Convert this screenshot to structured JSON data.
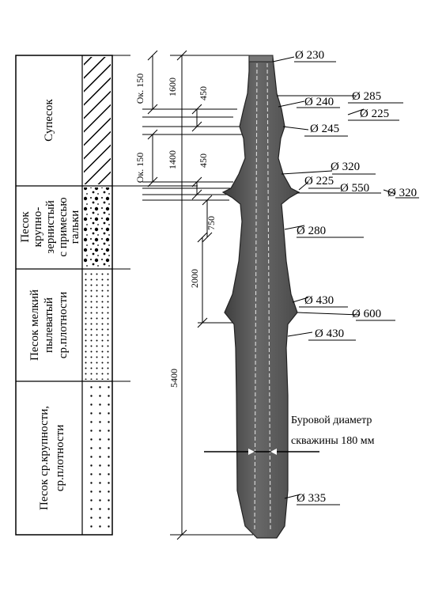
{
  "soil_layers": [
    {
      "name": "Супесок"
    },
    {
      "name": "Песок крупно-зернистый с примесью гальки"
    },
    {
      "name": "Песок мелкий пылеватый ср.плотности"
    },
    {
      "name": "Песок ср.крупности, ср.плотности"
    }
  ],
  "soil_lines": {
    "l1": "Супесок",
    "l2a": "Песок",
    "l2b": "крупно-",
    "l2c": "зернистый",
    "l2d": "с примесью",
    "l2e": "гальки",
    "l3a": "Песок мелкий",
    "l3b": "пылеватый",
    "l3c": "ср.плотности",
    "l4a": "Песок ср.крупности,",
    "l4b": "ср.плотности"
  },
  "dimensions": {
    "d1600": "1600",
    "d450a": "450",
    "d150a": "Ок. 150",
    "d1400": "1400",
    "d450b": "450",
    "d150b": "Ок. 150",
    "d750": "750",
    "d2000": "2000",
    "d5400": "5400"
  },
  "diameters": {
    "d230": "Ø 230",
    "d285": "Ø 285",
    "d240": "Ø 240",
    "d225a": "Ø 225",
    "d245": "Ø 245",
    "d320a": "Ø 320",
    "d225b": "Ø 225",
    "d550": "Ø 550",
    "d320b": "Ø 320",
    "d280": "Ø 280",
    "d430a": "Ø 430",
    "d600": "Ø 600",
    "d430b": "Ø 430",
    "d335": "Ø 335"
  },
  "note": {
    "line1": "Буровой диаметр",
    "line2": "скважины 180 мм"
  }
}
